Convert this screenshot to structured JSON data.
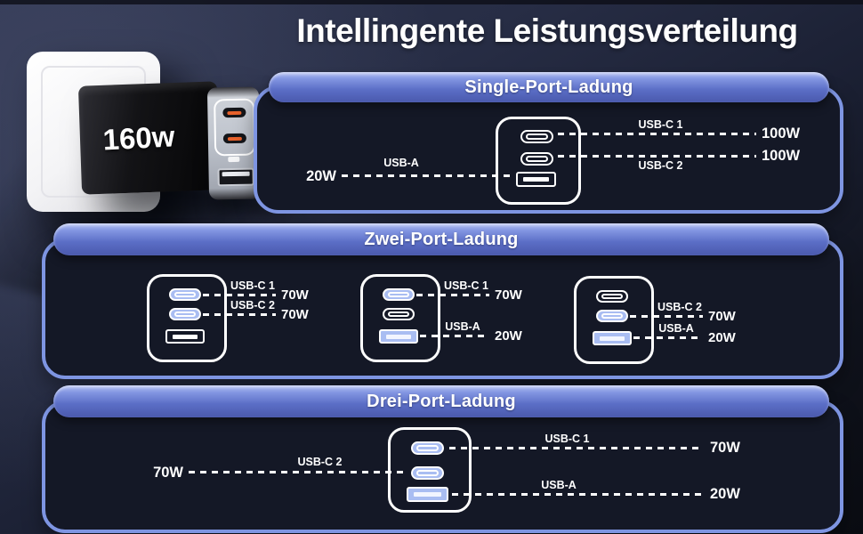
{
  "header": {
    "title": "Intellingente Leistungsverteilung"
  },
  "charger_photo": {
    "wattage": "160w"
  },
  "colors": {
    "background_top": "#2f3550",
    "background_bottom": "#0a0c12",
    "panel_border": "#7e95e2",
    "panel_fill": "#141826",
    "pill_gradient_top": "#b5c1f3",
    "pill_gradient_bottom": "#4a59ad",
    "active_port_fill": "#a9bdf2",
    "text": "#ffffff",
    "photo_port_accent": "#e8622c"
  },
  "panels": [
    {
      "title": "Single-Port-Ladung",
      "chargers": [
        {
          "ports": {
            "c1": "inactive",
            "c2": "inactive",
            "a": "inactive"
          },
          "callouts": [
            {
              "side": "right",
              "label": "USB-C 1",
              "value": "100W"
            },
            {
              "side": "right",
              "label": "USB-C 2",
              "value": "100W"
            },
            {
              "side": "left",
              "label": "USB-A",
              "value": "20W"
            }
          ]
        }
      ]
    },
    {
      "title": "Zwei-Port-Ladung",
      "chargers": [
        {
          "ports": {
            "c1": "active",
            "c2": "active",
            "a": "inactive"
          },
          "callouts": [
            {
              "side": "right",
              "label": "USB-C 1",
              "value": "70W"
            },
            {
              "side": "right",
              "label": "USB-C 2",
              "value": "70W"
            }
          ]
        },
        {
          "ports": {
            "c1": "active",
            "c2": "inactive",
            "a": "active"
          },
          "callouts": [
            {
              "side": "right",
              "label": "USB-C 1",
              "value": "70W"
            },
            {
              "side": "right",
              "label": "USB-A",
              "value": "20W"
            }
          ]
        },
        {
          "ports": {
            "c1": "inactive",
            "c2": "active",
            "a": "active"
          },
          "callouts": [
            {
              "side": "right",
              "label": "USB-C 2",
              "value": "70W"
            },
            {
              "side": "right",
              "label": "USB-A",
              "value": "20W"
            }
          ]
        }
      ]
    },
    {
      "title": "Drei-Port-Ladung",
      "chargers": [
        {
          "ports": {
            "c1": "active",
            "c2": "active",
            "a": "active"
          },
          "callouts": [
            {
              "side": "right",
              "label": "USB-C 1",
              "value": "70W"
            },
            {
              "side": "left",
              "label": "USB-C 2",
              "value": "70W"
            },
            {
              "side": "right",
              "label": "USB-A",
              "value": "20W"
            }
          ]
        }
      ]
    }
  ]
}
